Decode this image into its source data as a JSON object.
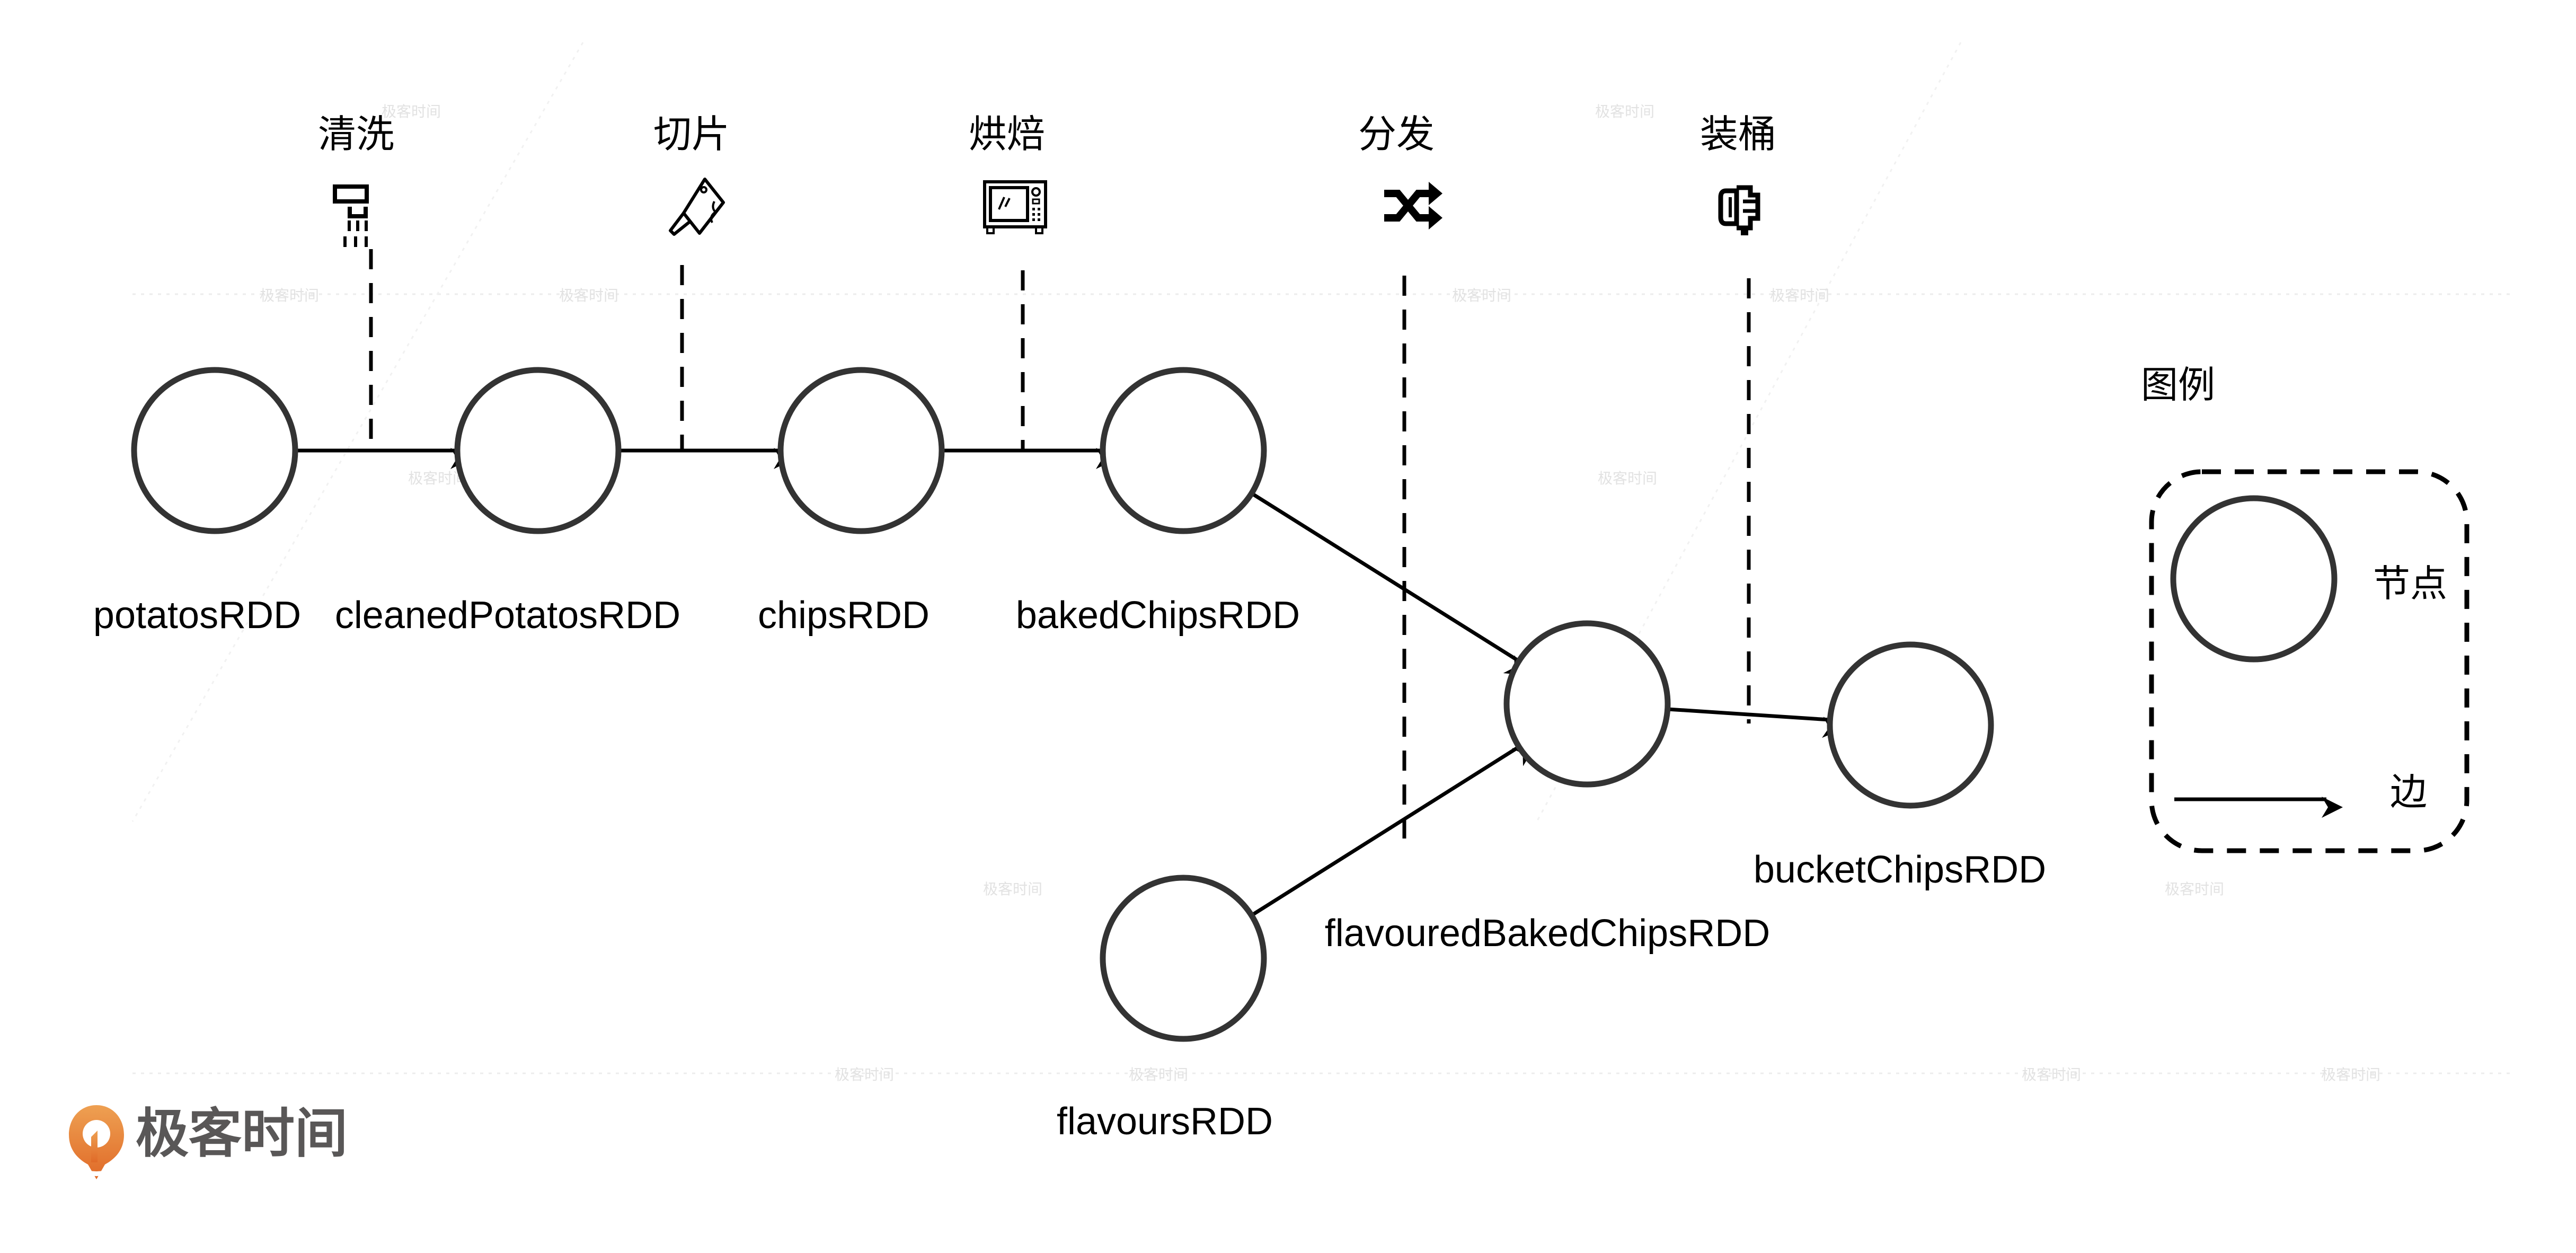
{
  "steps": [
    {
      "label": "清洗",
      "icon": "washing-icon"
    },
    {
      "label": "切片",
      "icon": "cleaver-icon"
    },
    {
      "label": "烘焙",
      "icon": "oven-icon"
    },
    {
      "label": "分发",
      "icon": "shuffle-icon"
    },
    {
      "label": "装桶",
      "icon": "bucket-icon"
    }
  ],
  "nodes": [
    {
      "id": "potatos",
      "label": "potatosRDD"
    },
    {
      "id": "cleaned",
      "label": "cleanedPotatosRDD"
    },
    {
      "id": "chips",
      "label": "chipsRDD"
    },
    {
      "id": "baked",
      "label": "bakedChipsRDD"
    },
    {
      "id": "flavoured",
      "label": "flavouredBakedChipsRDD"
    },
    {
      "id": "bucket",
      "label": "bucketChipsRDD"
    },
    {
      "id": "flavours",
      "label": "flavoursRDD"
    }
  ],
  "edges": [
    {
      "from": "potatos",
      "to": "cleaned"
    },
    {
      "from": "cleaned",
      "to": "chips"
    },
    {
      "from": "chips",
      "to": "baked"
    },
    {
      "from": "baked",
      "to": "flavoured"
    },
    {
      "from": "flavours",
      "to": "flavoured"
    },
    {
      "from": "flavoured",
      "to": "bucket"
    }
  ],
  "legend": {
    "title": "图例",
    "node_label": "节点",
    "edge_label": "边"
  },
  "brand": {
    "name": "极客时间",
    "watermark": "极客时间",
    "accent_color": "#e8792f",
    "text_color": "#595757"
  },
  "colors": {
    "node_stroke": "#333333",
    "edge": "#000000"
  }
}
